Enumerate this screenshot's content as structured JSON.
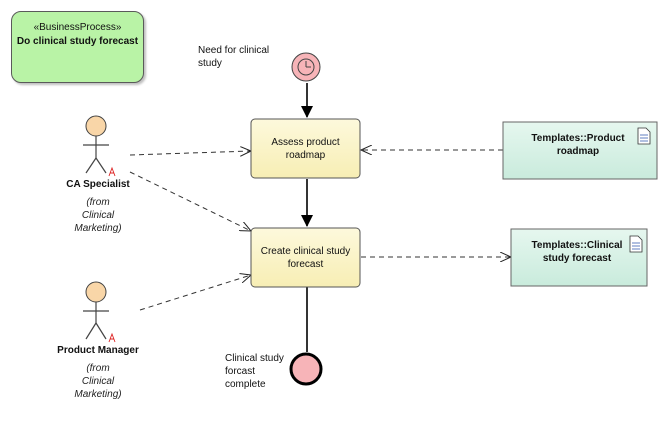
{
  "business_process": {
    "stereotype": "«BusinessProcess»",
    "name": "Do clinical study forecast"
  },
  "start_event": {
    "label_line1": "Need for clinical",
    "label_line2": "study"
  },
  "end_event": {
    "label_line1": "Clinical study",
    "label_line2": "forcast",
    "label_line3": "complete"
  },
  "activities": [
    {
      "line1": "Assess product",
      "line2": "roadmap"
    },
    {
      "line1": "Create clinical study",
      "line2": "forecast"
    }
  ],
  "actors": [
    {
      "name": "CA Specialist",
      "from1": "(from",
      "from2": "Clinical",
      "from3": "Marketing)"
    },
    {
      "name": "Product Manager",
      "from1": "(from",
      "from2": "Clinical",
      "from3": "Marketing)"
    }
  ],
  "templates": [
    {
      "line1": "Templates::Product",
      "line2": "roadmap"
    },
    {
      "line1": "Templates::Clinical",
      "line2": "study forecast"
    }
  ],
  "colors": {
    "business_process_fill": "#b9f3a6",
    "activity_fill": "#fcf6cc",
    "template_fill": "#d8f1e7",
    "actor_fill": "#f9d6a8",
    "event_fill": "#f7b4b8"
  }
}
